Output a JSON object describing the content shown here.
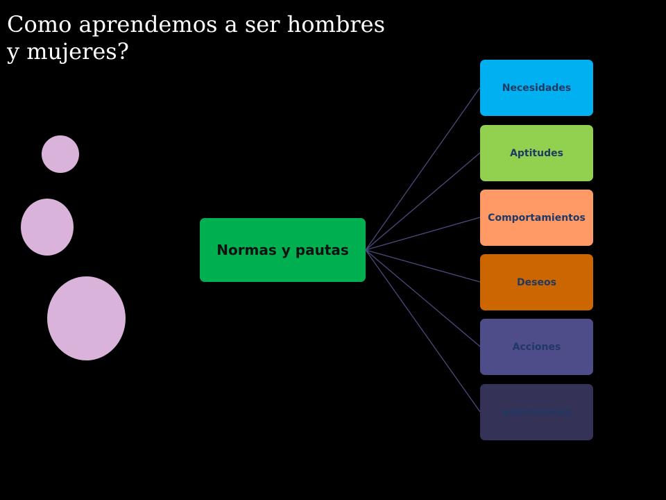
{
  "slide": {
    "title": "Como aprendemos a ser hombres y mujeres?"
  },
  "decorative_circles": {
    "color": "#dab3db"
  },
  "diagram": {
    "root": {
      "label": "Normas y pautas",
      "color": "#00b050"
    },
    "line_color": "#4a4a80",
    "branches": [
      {
        "label": "Necesidades",
        "fill": "#00b0f0",
        "text_color": "#1f3864"
      },
      {
        "label": "Aptitudes",
        "fill": "#92d050",
        "text_color": "#1f3864"
      },
      {
        "label": "Comportamientos",
        "fill": "#ff9966",
        "text_color": "#1f3864"
      },
      {
        "label": "Deseos",
        "fill": "#cc6600",
        "text_color": "#1f3864"
      },
      {
        "label": "Acciones",
        "fill": "#4e4d8a",
        "text_color": "#1f3864"
      },
      {
        "label": "valoraciones",
        "fill": "#343257",
        "text_color": "#1f3864"
      }
    ]
  }
}
